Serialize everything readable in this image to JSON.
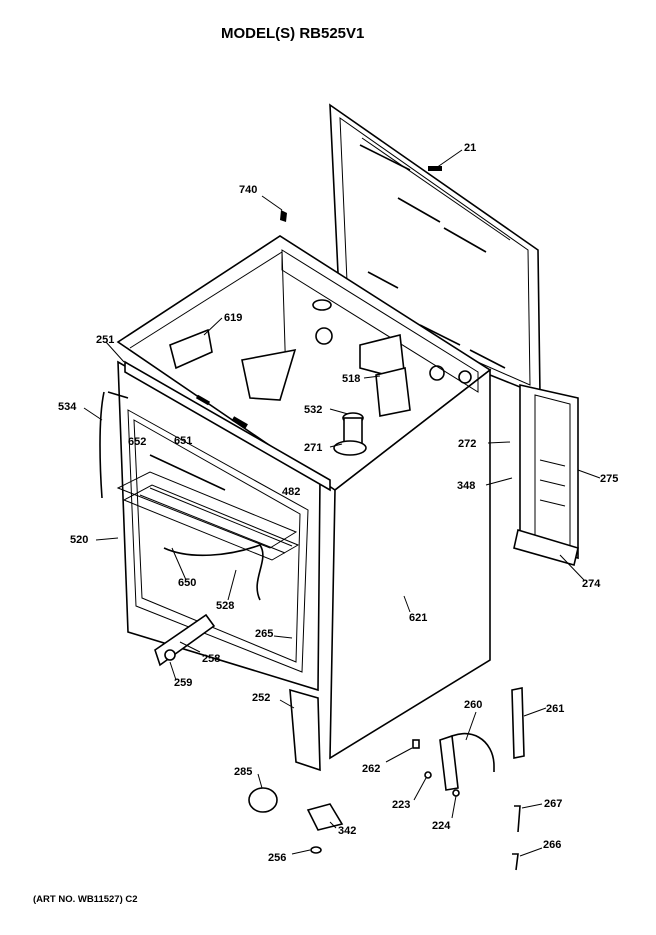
{
  "title": "MODEL(S) RB525V1",
  "art_number": "(ART NO. WB11527) C2",
  "callouts": {
    "c21": "21",
    "c740": "740",
    "c619": "619",
    "c251": "251",
    "c518": "518",
    "c534": "534",
    "c532": "532",
    "c652": "652",
    "c651": "651",
    "c271": "271",
    "c272": "272",
    "c275": "275",
    "c482": "482",
    "c348": "348",
    "c520": "520",
    "c650": "650",
    "c528": "528",
    "c621": "621",
    "c274": "274",
    "c265": "265",
    "c258": "258",
    "c259": "259",
    "c252": "252",
    "c260": "260",
    "c261": "261",
    "c285": "285",
    "c262": "262",
    "c223": "223",
    "c267": "267",
    "c224": "224",
    "c342": "342",
    "c266": "266",
    "c256": "256"
  }
}
